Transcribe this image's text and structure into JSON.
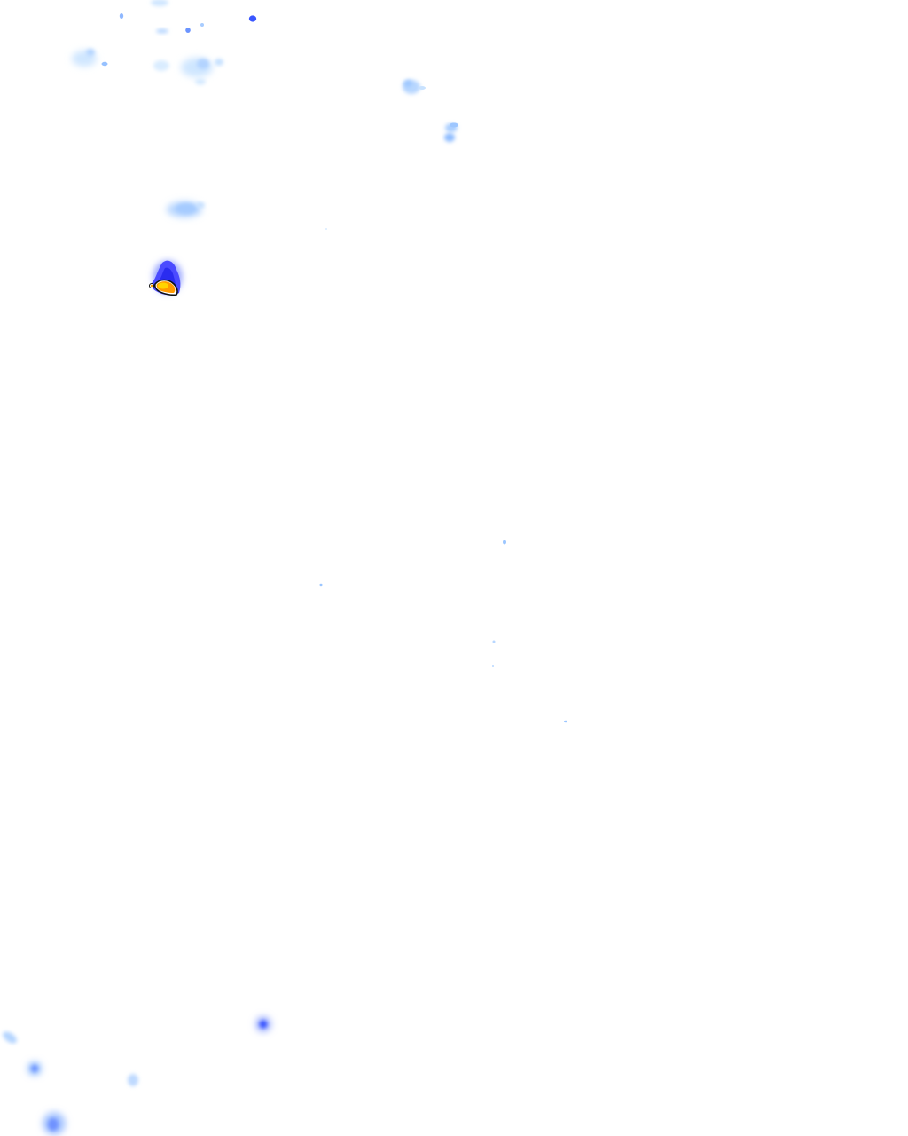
{
  "map": {
    "kind": "weather-radar-overlay",
    "background": "#ffffff",
    "legend_visible": false,
    "palette": {
      "very_light": "#cfe6ff",
      "light": "#9ec9ff",
      "medium": "#5f86ff",
      "heavy": "#3a3aff",
      "very_heavy": "#1f2cff",
      "extreme_core": "#ff9a00",
      "extreme_center": "#ffd400",
      "outline": "#101010"
    },
    "echo_intensity_levels": [
      "very_light",
      "light",
      "medium",
      "heavy",
      "very_heavy",
      "extreme"
    ]
  }
}
